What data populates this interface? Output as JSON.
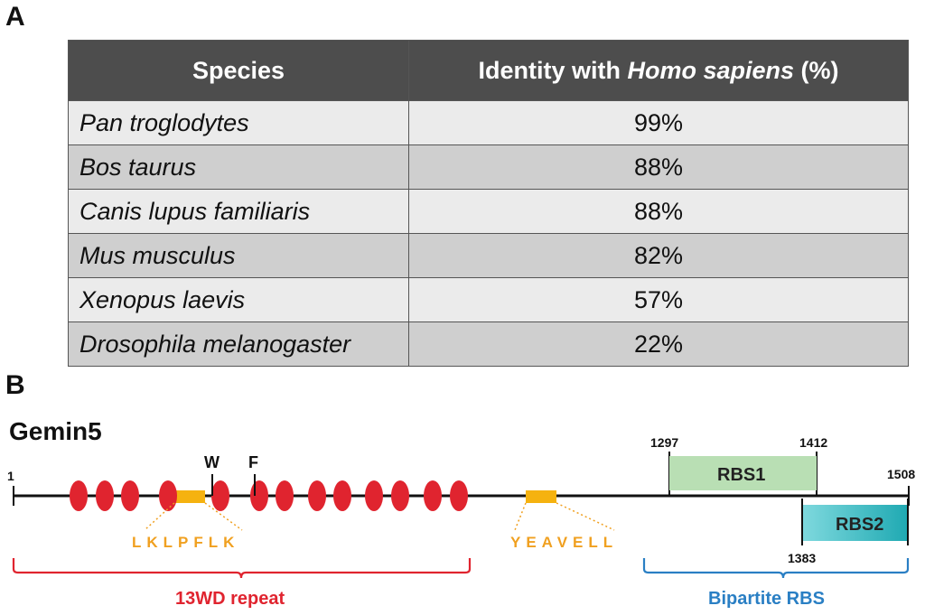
{
  "panel_a": {
    "letter": "A",
    "headers": {
      "species": "Species",
      "identity_prefix": "Identity with ",
      "identity_italic": "Homo sapiens",
      "identity_suffix": " (%)"
    },
    "rows": [
      {
        "species": "Pan troglodytes",
        "identity": "99%"
      },
      {
        "species": "Bos taurus",
        "identity": "88%"
      },
      {
        "species": "Canis lupus familiaris",
        "identity": "88%"
      },
      {
        "species": "Mus musculus",
        "identity": "82%"
      },
      {
        "species": "Xenopus laevis",
        "identity": "57%"
      },
      {
        "species": "Drosophila melanogaster",
        "identity": "22%"
      }
    ]
  },
  "panel_b": {
    "letter": "B",
    "protein": "Gemin5",
    "start_label": "1",
    "end_label": "1508",
    "residue_w": "W",
    "residue_f": "F",
    "motif_1": "LKLPFLK",
    "motif_2": "YEAVELL",
    "rbs1": {
      "label": "RBS1",
      "start": "1297",
      "end": "1412"
    },
    "rbs2": {
      "label": "RBS2",
      "start": "1383"
    },
    "brace_wd": "13WD repeat",
    "brace_rbs": "Bipartite RBS",
    "colors": {
      "wd_repeat": "#e0242f",
      "motif": "#f0a020",
      "rbs1": "#b9dfb4",
      "rbs2": "#3fc1c9",
      "brace_blue": "#2a7fc4"
    }
  }
}
